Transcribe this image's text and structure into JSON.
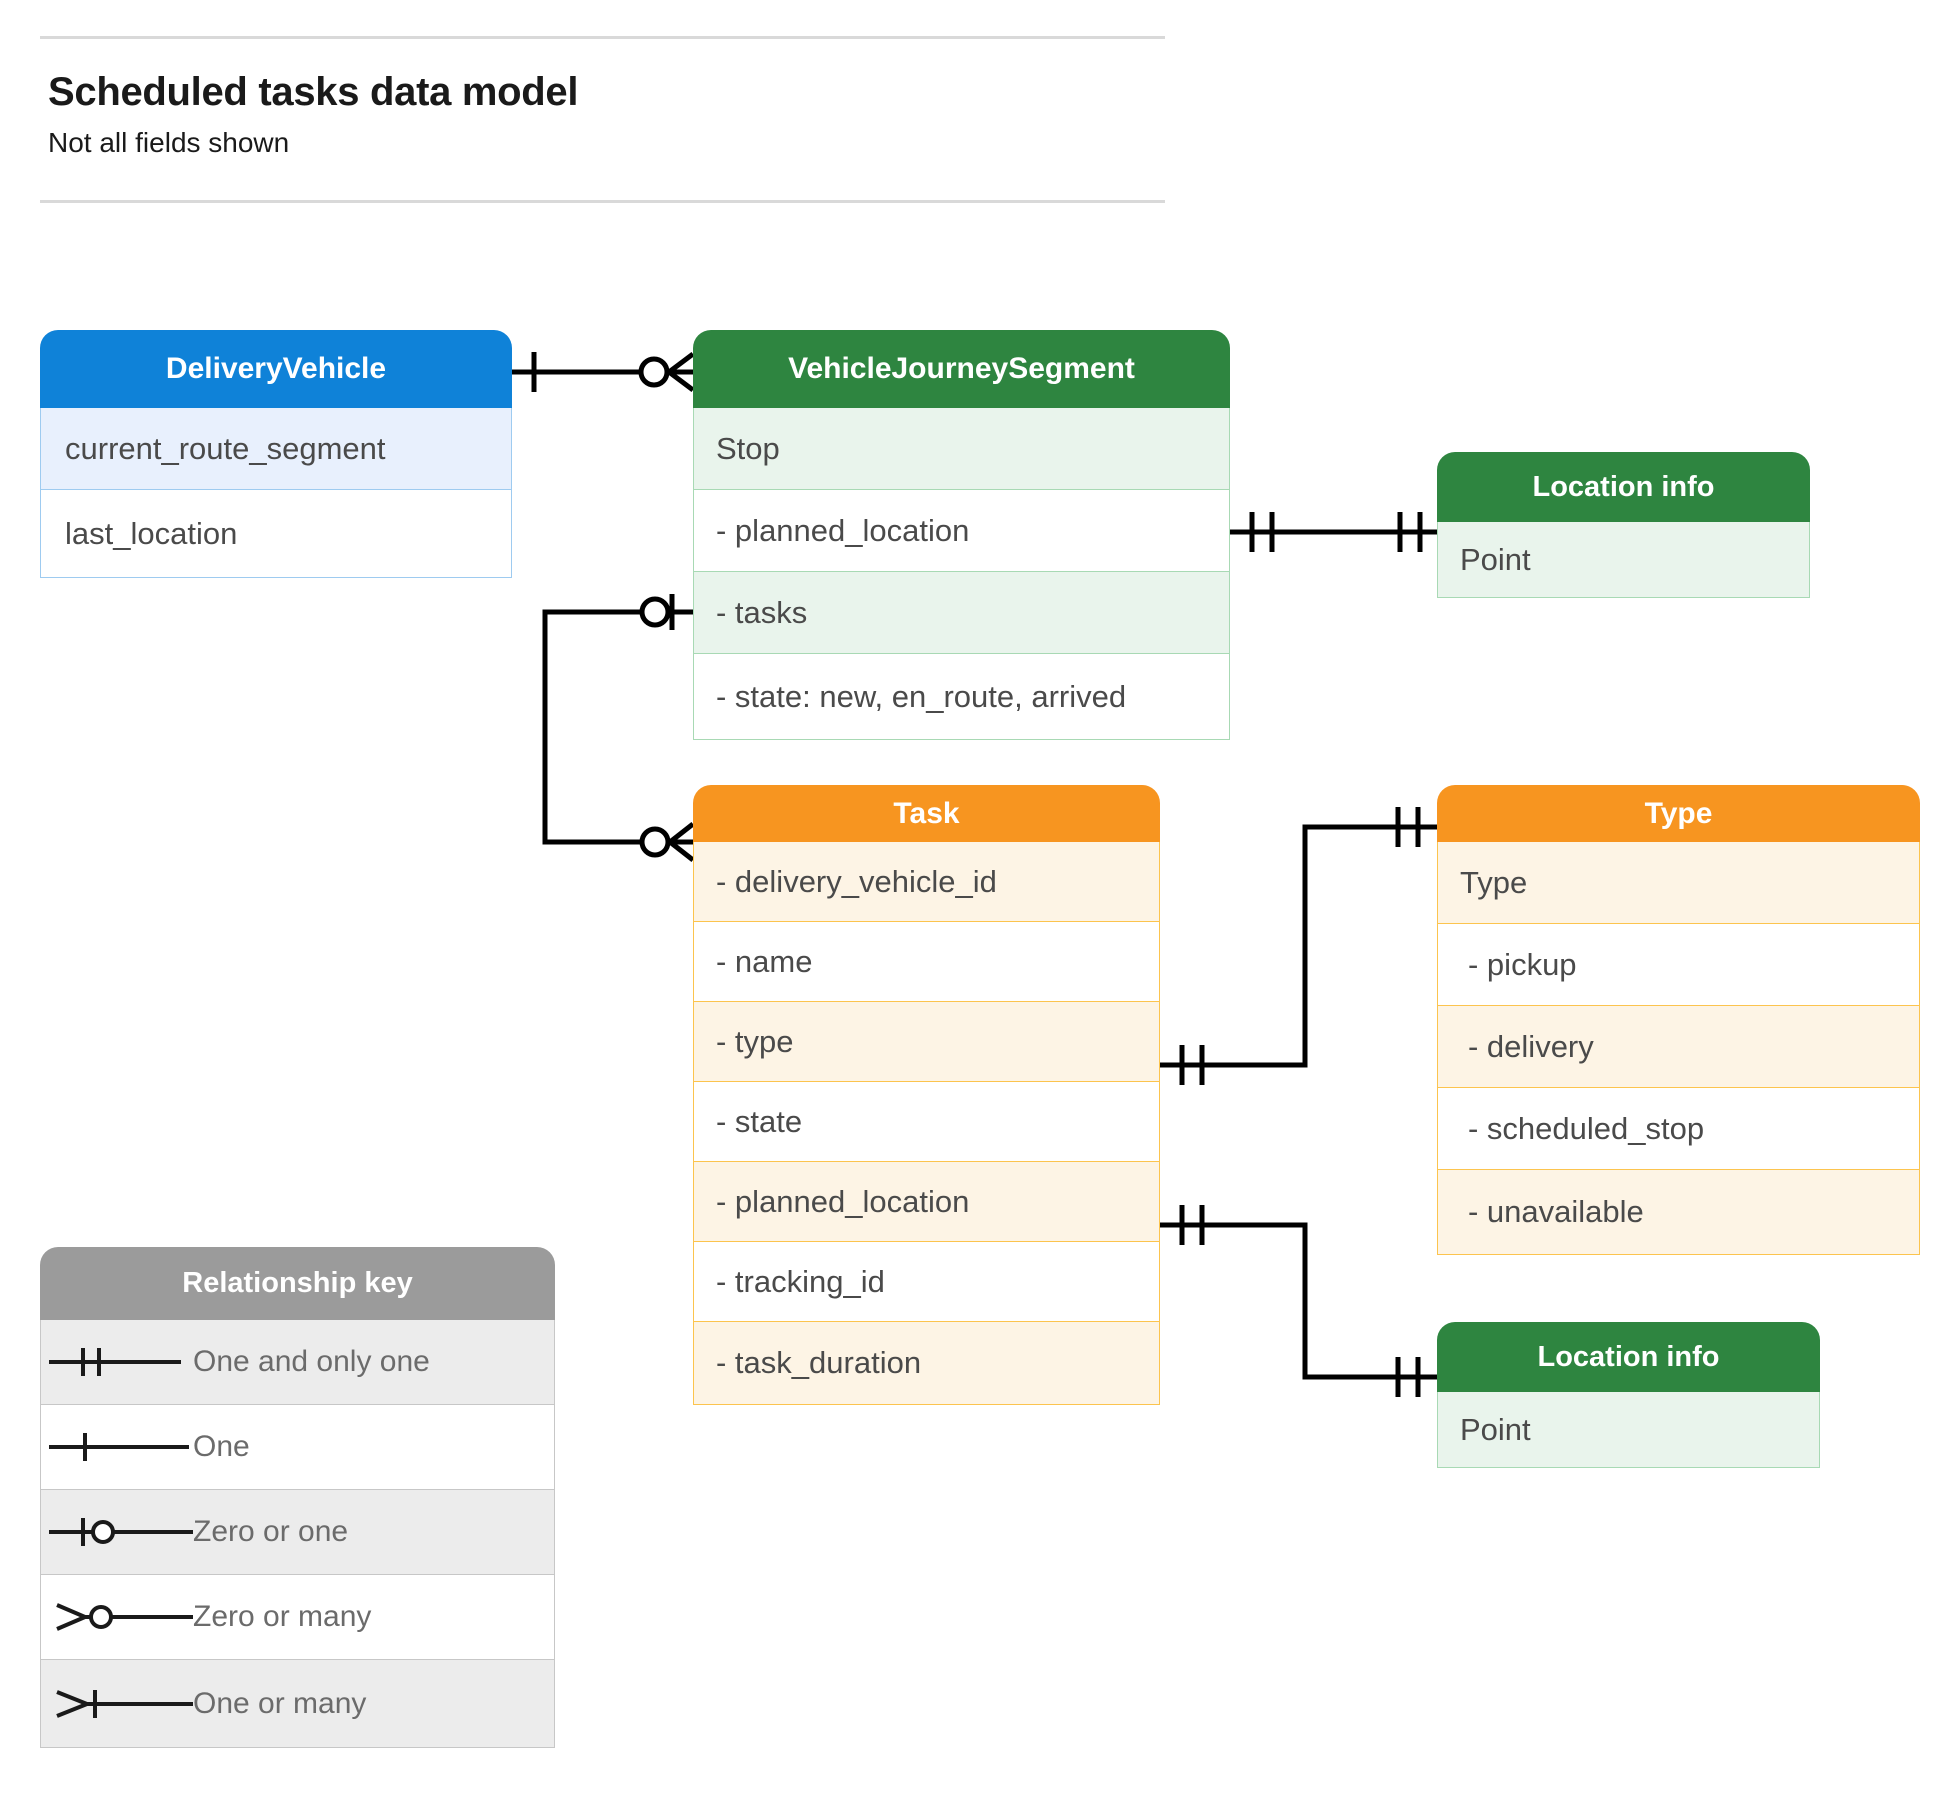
{
  "header": {
    "title": "Scheduled tasks data model",
    "subtitle": "Not all fields shown"
  },
  "colors": {
    "blue_header": "#0f82d8",
    "blue_row": "#e8f0fd",
    "blue_border": "#9ecbf0",
    "green_header": "#2e8540",
    "green_row": "#e9f4ec",
    "green_border": "#a8d9b4",
    "orange_header": "#f79520",
    "orange_row": "#fdf4e5",
    "orange_border": "#fcc44e",
    "grey_header": "#9b9b9b",
    "grey_row": "#ececec",
    "grey_border": "#c7c7c7",
    "connector": "#000000",
    "text": "#4a4a4a"
  },
  "entities": {
    "delivery_vehicle": {
      "title": "DeliveryVehicle",
      "fields": [
        "current_route_segment",
        "last_location"
      ]
    },
    "vehicle_journey_segment": {
      "title": "VehicleJourneySegment",
      "fields": [
        "Stop",
        "-  planned_location",
        "- tasks",
        "- state: new, en_route, arrived"
      ]
    },
    "location_info_top": {
      "title": "Location info",
      "fields": [
        "Point"
      ]
    },
    "task": {
      "title": "Task",
      "fields": [
        "- delivery_vehicle_id",
        "- name",
        "- type",
        "- state",
        "- planned_location",
        "- tracking_id",
        "- task_duration"
      ]
    },
    "type": {
      "title": "Type",
      "fields": [
        "Type",
        "-   pickup",
        "-   delivery",
        "-   scheduled_stop",
        "-   unavailable"
      ]
    },
    "location_info_bottom": {
      "title": "Location info",
      "fields": [
        "Point"
      ]
    }
  },
  "legend": {
    "title": "Relationship key",
    "items": [
      {
        "symbol": "one-and-only-one",
        "label": "One and only one"
      },
      {
        "symbol": "one",
        "label": "One"
      },
      {
        "symbol": "zero-or-one",
        "label": "Zero or one"
      },
      {
        "symbol": "zero-or-many",
        "label": "Zero or many"
      },
      {
        "symbol": "one-or-many",
        "label": "One or many"
      }
    ]
  },
  "relationships": [
    {
      "from": "DeliveryVehicle",
      "from_card": "one",
      "to": "VehicleJourneySegment",
      "to_card": "zero-or-many"
    },
    {
      "from": "VehicleJourneySegment.planned_location",
      "from_card": "one-and-only-one",
      "to": "Location info",
      "to_card": "one-and-only-one"
    },
    {
      "from": "VehicleJourneySegment.tasks",
      "from_card": "zero-or-one",
      "to": "Task",
      "to_card": "zero-or-many"
    },
    {
      "from": "Task.type",
      "from_card": "one-and-only-one",
      "to": "Type",
      "to_card": "one-and-only-one"
    },
    {
      "from": "Task.planned_location",
      "from_card": "one-and-only-one",
      "to": "Location info",
      "to_card": "one-and-only-one"
    }
  ]
}
